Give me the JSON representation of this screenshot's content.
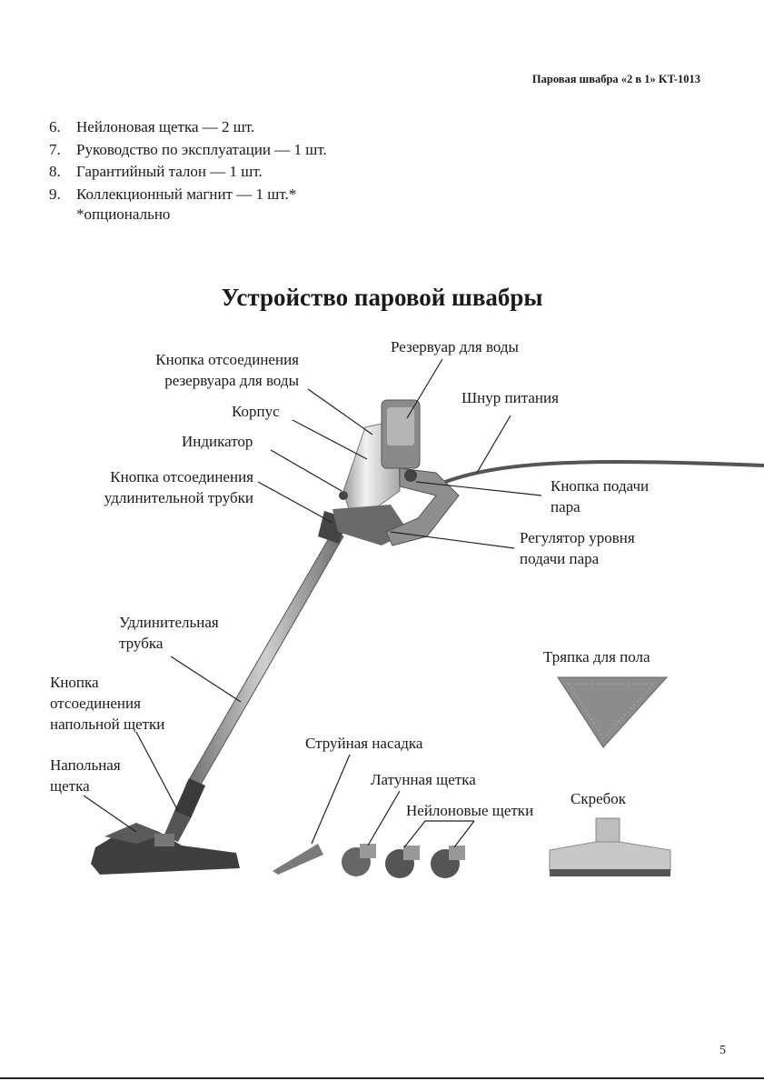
{
  "header": {
    "title": "Паровая швабра «2 в 1» KT-1013"
  },
  "package_list": [
    {
      "num": "6.",
      "text": "Нейлоновая щетка — 2 шт."
    },
    {
      "num": "7.",
      "text": "Руководство по эксплуатации — 1 шт."
    },
    {
      "num": "8.",
      "text": "Гарантийный талон — 1 шт."
    },
    {
      "num": "9.",
      "text": "Коллекционный магнит — 1 шт.*"
    }
  ],
  "note": "*опционально",
  "section_title": "Устройство паровой швабры",
  "labels": {
    "tank_release": [
      "Кнопка отсоединения",
      "резервуара для воды"
    ],
    "water_tank": "Резервуар для воды",
    "power_cord": "Шнур питания",
    "body": "Корпус",
    "indicator": "Индикатор",
    "tube_release": [
      "Кнопка отсоединения",
      "удлинительной трубки"
    ],
    "steam_button": [
      "Кнопка подачи",
      "пара"
    ],
    "steam_regulator": [
      "Регулятор уровня",
      "подачи пара"
    ],
    "extension_tube": [
      "Удлинительная",
      "трубка"
    ],
    "floor_brush_release": [
      "Кнопка",
      "отсоединения",
      "напольной щетки"
    ],
    "floor_brush": [
      "Напольная",
      "щетка"
    ],
    "jet_nozzle": "Струйная насадка",
    "brass_brush": "Латунная щетка",
    "nylon_brushes": "Нейлоновые щетки",
    "floor_cloth": "Тряпка для пола",
    "scraper": "Скребок"
  },
  "page_number": "5"
}
